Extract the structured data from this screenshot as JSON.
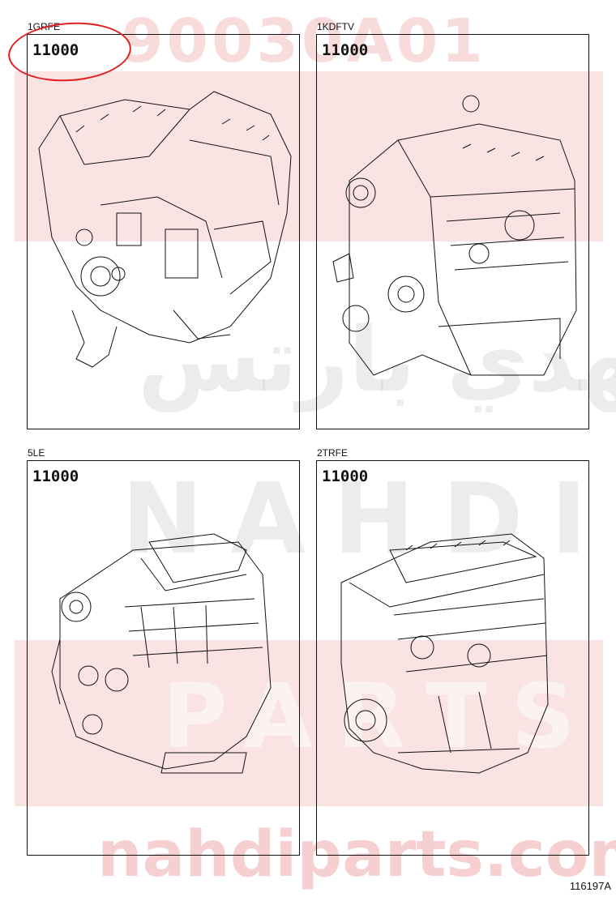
{
  "watermark": {
    "code": "90030A01",
    "brand": "NAHDI",
    "brand_line2": "PARTS",
    "arabic": "نهدي بارتس",
    "url": "nahdiparts.com"
  },
  "panels": [
    {
      "code": "1GRFE",
      "part_number": "11000"
    },
    {
      "code": "1KDFTV",
      "part_number": "11000"
    },
    {
      "code": "5LE",
      "part_number": "11000"
    },
    {
      "code": "2TRFE",
      "part_number": "11000"
    }
  ],
  "figure_id": "116197A",
  "colors": {
    "highlight": "#e02020",
    "watermark": "#d62828"
  }
}
